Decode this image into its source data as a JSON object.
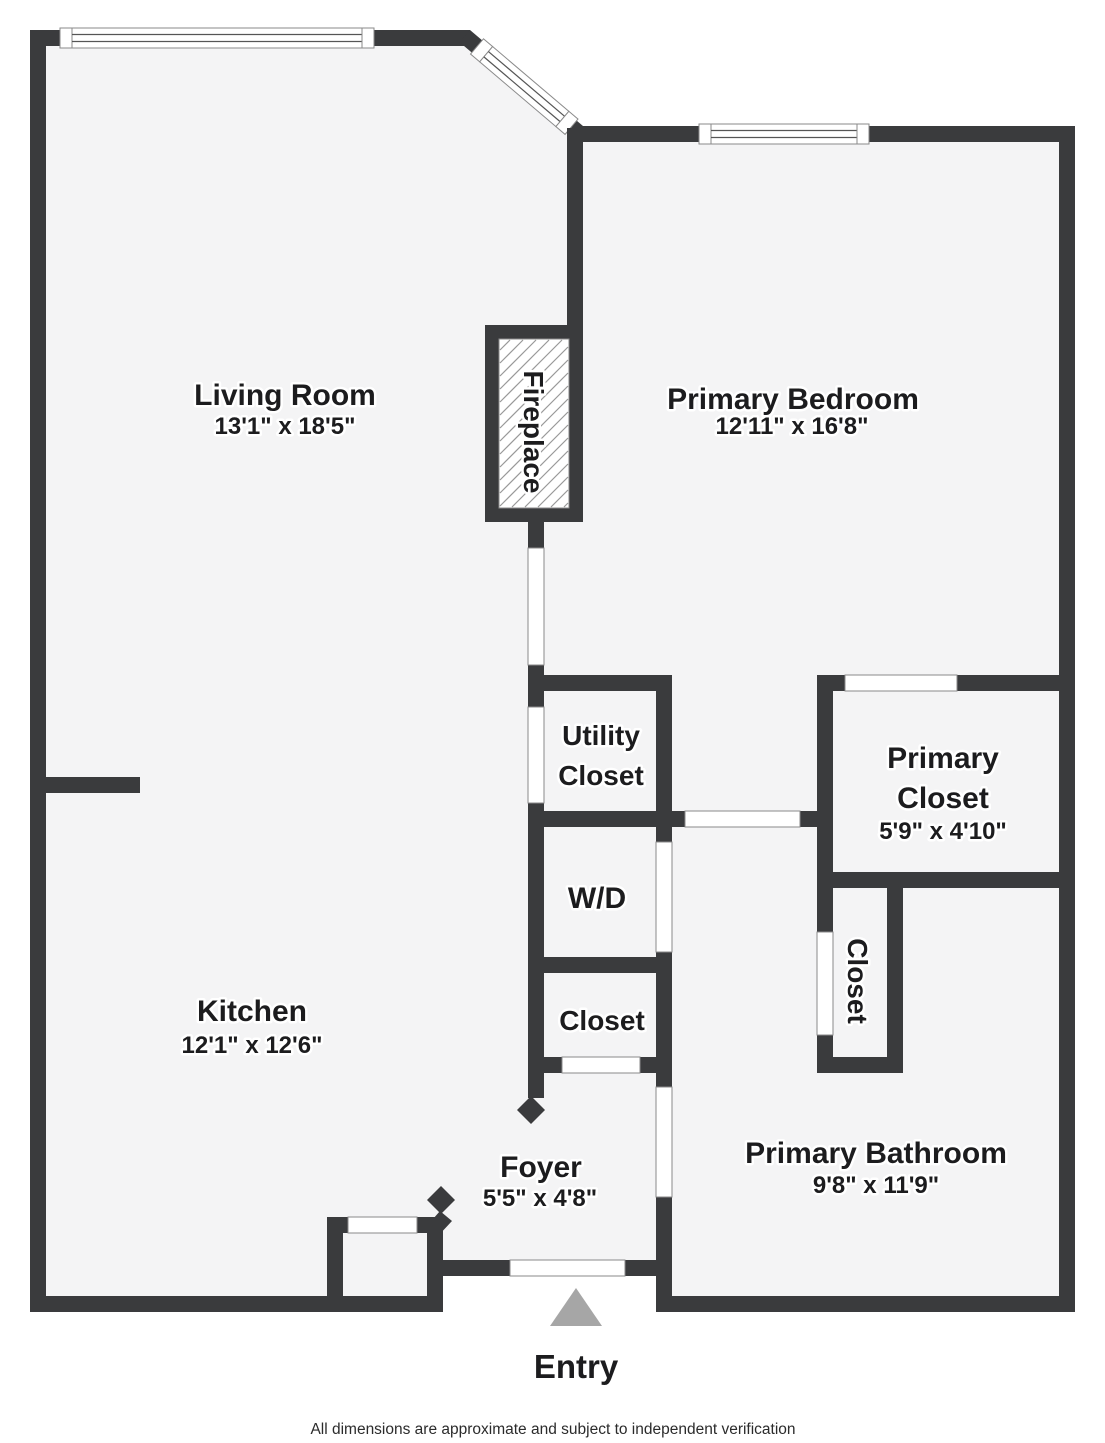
{
  "colors": {
    "wall": "#3a3b3d",
    "floor": "#f4f4f5",
    "opening_stroke": "#8a8a8a",
    "hatch": "#999999",
    "text": "#1c1c1e",
    "entry_arrow": "#a6a6a6"
  },
  "rooms": {
    "living_room": {
      "name": "Living Room",
      "dims": "13'1\" x 18'5\""
    },
    "primary_bedroom": {
      "name": "Primary Bedroom",
      "dims": "12'11\" x 16'8\""
    },
    "kitchen": {
      "name": "Kitchen",
      "dims": "12'1\" x 12'6\""
    },
    "foyer": {
      "name": "Foyer",
      "dims": "5'5\" x 4'8\""
    },
    "primary_bathroom": {
      "name": "Primary Bathroom",
      "dims": "9'8\" x 11'9\""
    },
    "primary_closet": {
      "name_line1": "Primary",
      "name_line2": "Closet",
      "dims": "5'9\" x 4'10\""
    },
    "utility_closet": {
      "name_line1": "Utility",
      "name_line2": "Closet"
    },
    "wd": {
      "name": "W/D"
    },
    "hall_closet": {
      "name": "Closet"
    },
    "bathroom_closet": {
      "name": "Closet"
    },
    "fireplace": {
      "name": "Fireplace"
    },
    "entry": {
      "name": "Entry"
    }
  },
  "footer": "All dimensions are approximate and subject to independent verification"
}
